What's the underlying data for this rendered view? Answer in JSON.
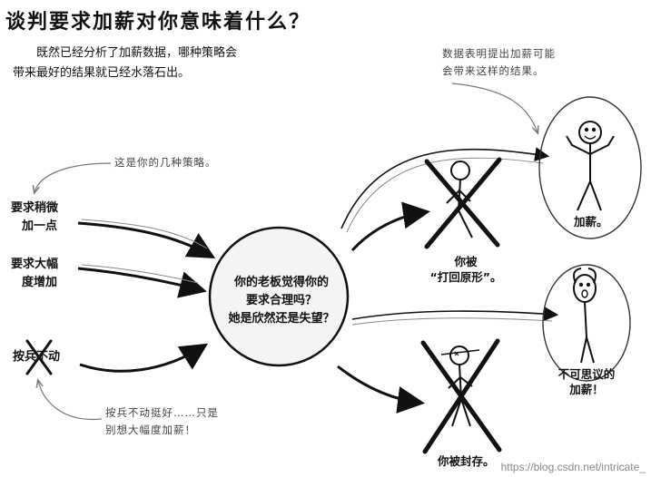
{
  "title": "谈判要求加薪对你意味着什么？",
  "intro": {
    "line1": "既然已经分析了加薪数据，哪种策略会",
    "line2": "带来最好的结果就已经水落石出。"
  },
  "notes": {
    "strategies": "这是你的几种策略。",
    "data_shows_1": "数据表明提出加薪可能",
    "data_shows_2": "会带来这样的结果。",
    "hold_1": "按兵不动挺好……只是",
    "hold_2": "别想大幅度加薪！"
  },
  "strategies": {
    "small_1": "要求稍微",
    "small_2": "加一点",
    "large_1": "要求大幅",
    "large_2": "度增加",
    "hold": "按兵不动"
  },
  "center": {
    "line1": "你的老板觉得你的",
    "line2": "要求合理吗？",
    "line3": "她是欣然还是失望？"
  },
  "outcomes": {
    "raise": "加薪。",
    "reset_1": "你被",
    "reset_2": "“打回原形”。",
    "amazing_1": "不可思议的",
    "amazing_2": "加薪！",
    "fired": "你被封存。"
  },
  "watermark": "https://blog.csdn.net/intricate_"
}
